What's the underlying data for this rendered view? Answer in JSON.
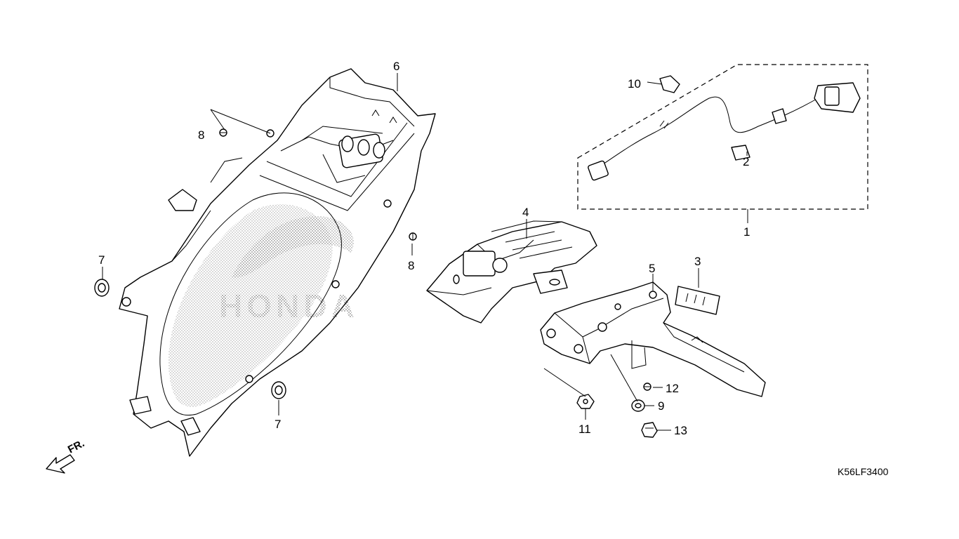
{
  "diagram": {
    "drawing_code": "K56LF3400",
    "direction_indicator": "FR.",
    "logo_watermark": "HONDA",
    "callouts": [
      "1",
      "2",
      "3",
      "4",
      "5",
      "6",
      "7",
      "7",
      "8",
      "8",
      "9",
      "10",
      "11",
      "12",
      "13"
    ]
  }
}
